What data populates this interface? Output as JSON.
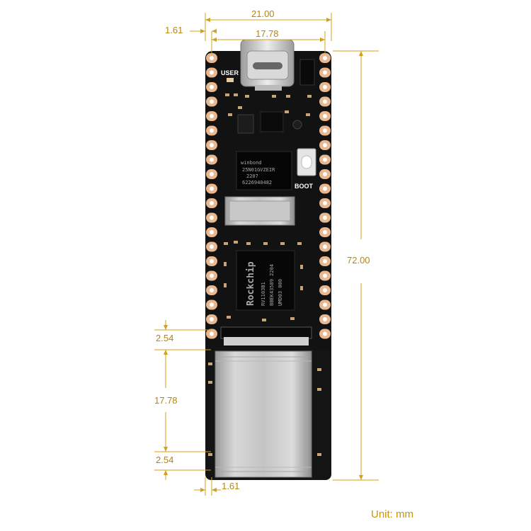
{
  "dimensions": {
    "total_width": "21.00",
    "pin_row_width": "17.78",
    "edge_offset_top": "1.61",
    "board_length": "72.00",
    "pin_pitch_upper": "2.54",
    "pin_span": "17.78",
    "pin_pitch_lower": "2.54",
    "edge_offset_bottom": "1.61"
  },
  "board_labels": {
    "user": "USER",
    "boot": "BOOT"
  },
  "chips": {
    "flash_brand": "winbond",
    "flash_line1": "25N01GVZEIR",
    "flash_line2": "2207",
    "flash_line3": "6226940482",
    "soc_brand": "Rockchip",
    "soc_line1": "RV1103B1",
    "soc_line2": "BBEK43589 2204",
    "soc_line3": "UMD03 000"
  },
  "unit_label": "Unit: mm",
  "colors": {
    "dimension_lines": "#d4a017",
    "board": "#111111",
    "pads": "#e8b890"
  }
}
